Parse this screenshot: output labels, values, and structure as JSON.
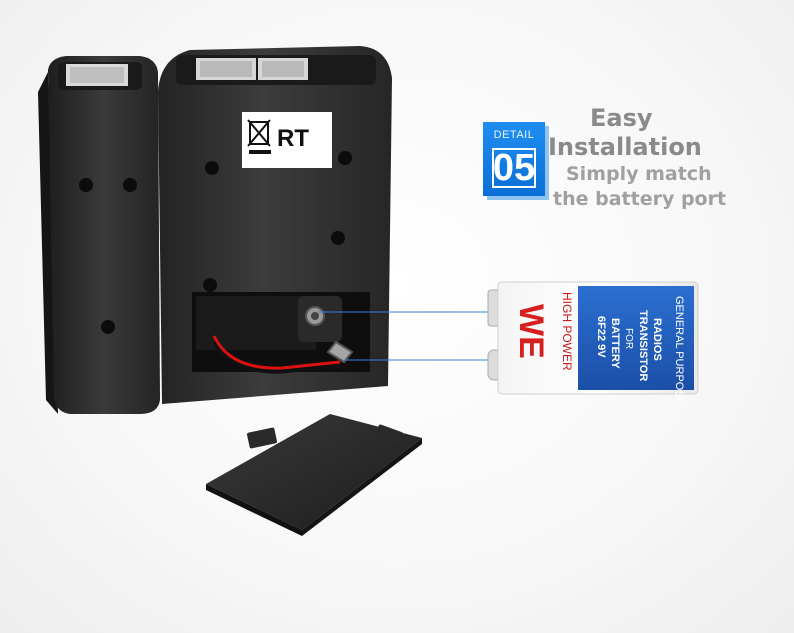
{
  "badge": {
    "label": "DETAIL",
    "number": "05"
  },
  "heading": {
    "line1": "Easy",
    "line2": "Installation"
  },
  "subheading": {
    "line1": "Simply match",
    "line2": "the battery port"
  },
  "device_label": {
    "brand": "RT"
  },
  "battery": {
    "logo": "WE",
    "text1": "HIGH POWER",
    "text2": "6F22 9V",
    "text3": "BATTERY",
    "text4": "FOR",
    "text5": "TRANSISTOR",
    "text6": "RADIOS",
    "text7": "GENERAL PURPOSE"
  },
  "colors": {
    "accent": "#1a7fe5",
    "device": "#2d2d2d",
    "battery_blue": "#1f5fbf",
    "battery_red": "#d61f1f"
  }
}
